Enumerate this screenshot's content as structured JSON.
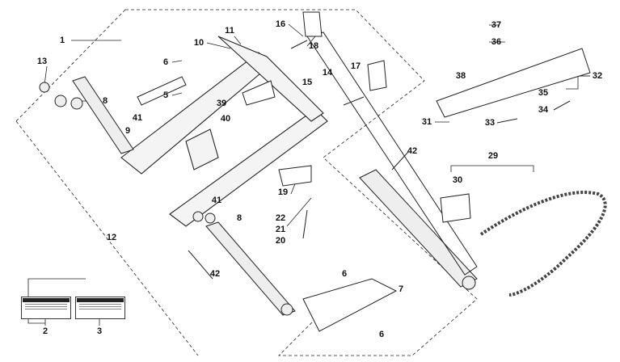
{
  "callouts": [
    "1",
    "13",
    "8",
    "9",
    "41",
    "6",
    "5",
    "10",
    "11",
    "39",
    "40",
    "16",
    "18",
    "17",
    "15",
    "14",
    "41",
    "8",
    "12",
    "42",
    "19",
    "22",
    "21",
    "20",
    "42",
    "6",
    "7",
    "6",
    "2",
    "3",
    "37",
    "36",
    "38",
    "32",
    "35",
    "34",
    "31",
    "33",
    "29",
    "30"
  ]
}
